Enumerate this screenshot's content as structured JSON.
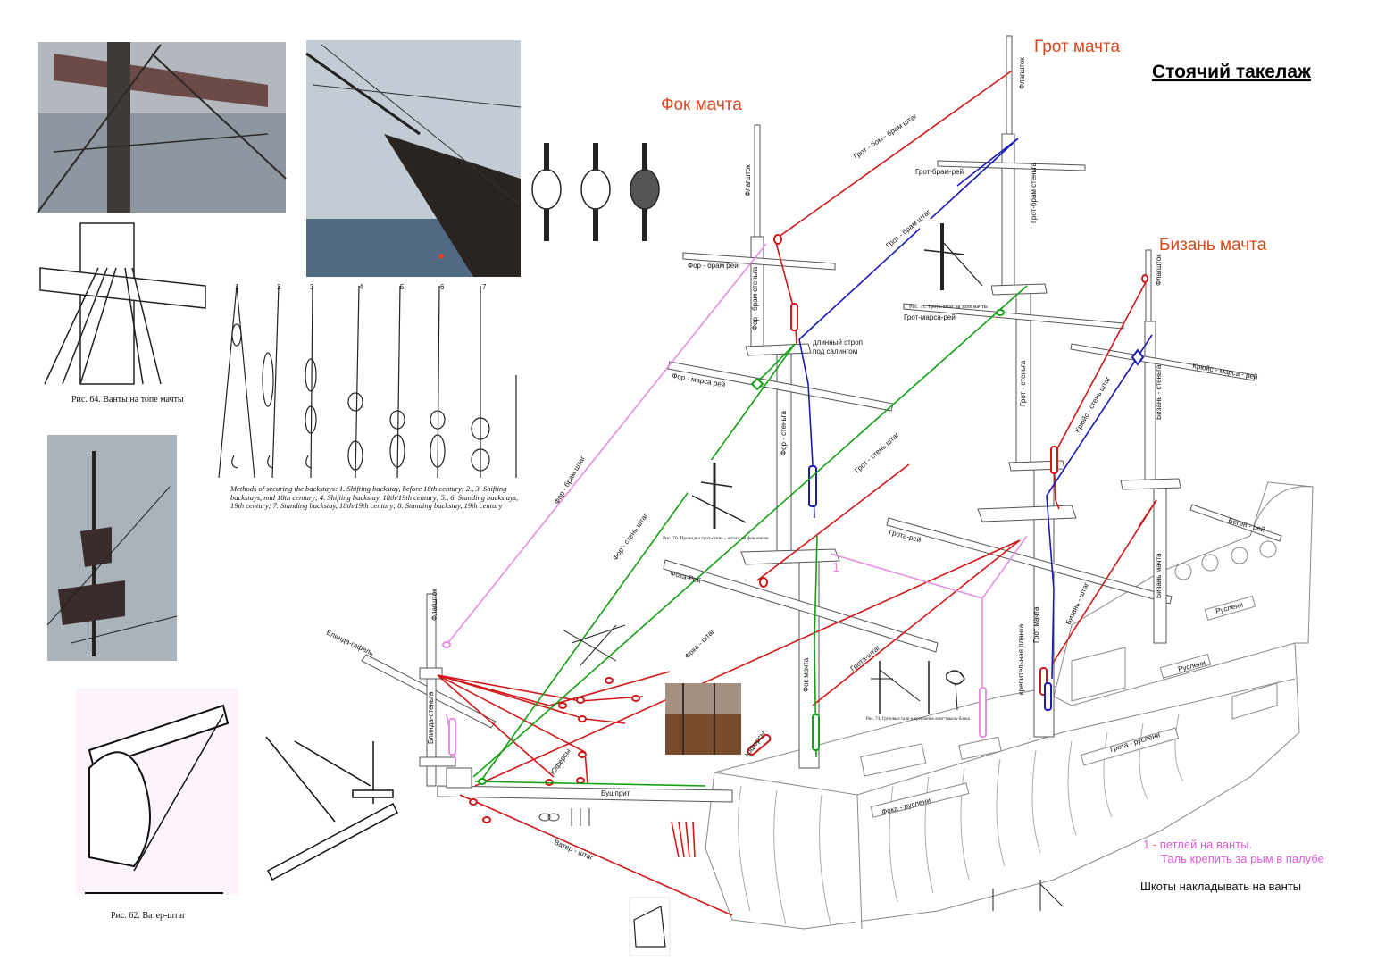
{
  "title": "Стоячий такелаж",
  "masts": {
    "fore": "Фок мачта",
    "main": "Грот мачта",
    "mizzen": "Бизань мачта"
  },
  "labels": {
    "main_flagpole": "Флагшток",
    "main_royal_stay": "Грот - бом - брам штаг",
    "main_topgallant_yard": "Грот-брам-рей",
    "main_topgallant_stay": "Грот - брам штаг",
    "main_topgallant_mast": "Грот-брам стеньга",
    "main_top_yard": "Грот-марса-рей",
    "main_topmast": "Грот - стеньга",
    "main_topmast_stay": "Грот - стень штаг",
    "main_yard": "Грота-рей",
    "main_mast": "Грот мачта",
    "main_stay": "Грота-штаг",
    "main_channels": "Грота - руслени",
    "fore_flagpole": "Флагшток",
    "fore_topgallant_yard": "Фор - брам рей",
    "fore_topgallant_mast": "Фор - брам стеньга",
    "fore_top_yard": "Фор - марса рей",
    "fore_topmast": "Фор - стеньга",
    "fore_yard": "Фока-Рей",
    "fore_mast": "Фок мачта",
    "fore_stay": "Фока - штаг",
    "fore_topgallant_stay": "Фор - брам штаг",
    "fore_topmast_stay": "Фор - стень штаг",
    "fore_channels": "Фока - руслени",
    "long_strop": "длинный строп под салингом",
    "mizzen_flagpole": "Флагшток",
    "crossjack_top_yard": "Крюйс - марса - рей",
    "mizzen_topmast": "Бизань - стеньга",
    "mizzen_topmast_stay": "Крюйс - стень штаг",
    "mizzen_yard": "Бегин - рей",
    "mizzen_mast": "Бизань мачта",
    "mizzen_stay": "Бизань - штаг",
    "mizzen_channels": "Руслени",
    "poop_channels": "Руслени",
    "spritsail_topmast": "Блинда-стеньга",
    "spritsail_yard": "Блинда-гафель",
    "jib_flagpole": "Флагшток",
    "bowsprit": "Бушприт",
    "bobstay": "Ватер - штаг",
    "collars": "Юферсы",
    "mounting_plate": "крепительная планка",
    "bow_collars": "Юферсы",
    "marker_1": "1"
  },
  "captions": {
    "fig64": "Рис. 64. Ванты на топе мачты",
    "fig62": "Рис. 62. Ватер-штаг",
    "backstays": "Methods of securing the backstays: 1. Shifting backstay, before 18th century; 2., 3. Shifting backstays, mid 18th century; 4. Shifting backstay, 18th/19th century; 5., 6. Standing backstays, 19th century; 7. Standing backstay, 18th/19th century; 8. Standing backstay, 19th century",
    "fig71": "Рис. 71. Грота-штаг на топе мачты",
    "fig70": "Рис. 70. Проводка грот-стень - штага на фок-мачте",
    "fig74": "Рис. 74. Грузовые тали и крепление лонг-такель-блока"
  },
  "notes": {
    "pink_line1": "1 - петлей на ванты.",
    "pink_line2": "Таль крепить за рым в палубе",
    "black": "Шкоты накладывать на ванты"
  },
  "colors": {
    "mast_title": "#d8481c",
    "red_rig": "#d01818",
    "blue_rig": "#1a1ab4",
    "green_rig": "#14a014",
    "pink_rig": "#e48ee4"
  }
}
